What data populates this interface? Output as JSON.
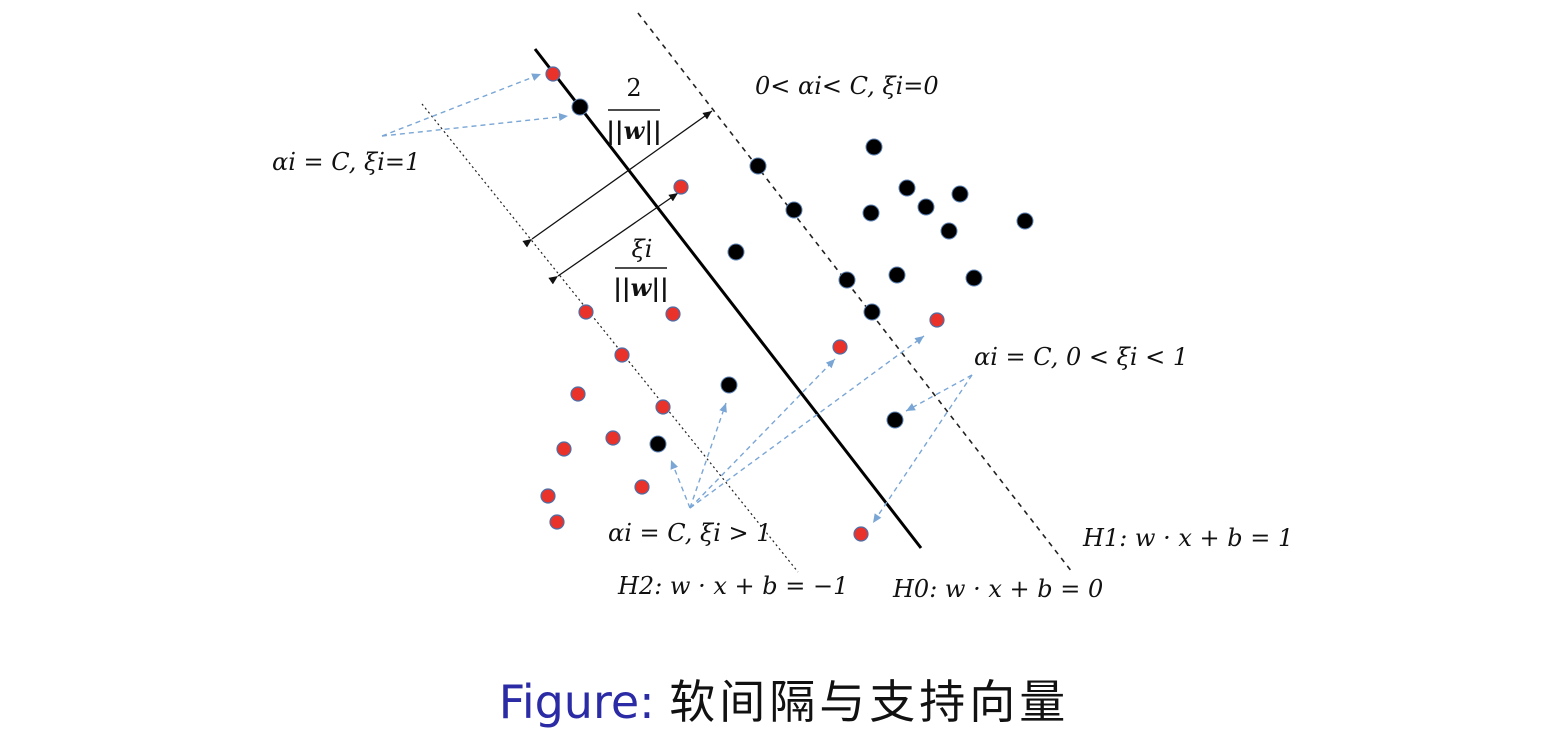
{
  "labels": {
    "margin_fraction_numerator": "2",
    "margin_fraction_denominator": "||w||",
    "slack_fraction_numerator": "ξi",
    "slack_fraction_denominator": "||w||",
    "free_sv": "0< αi< C, ξi=0",
    "bounded_xi_one": "αi = C, ξi=1",
    "bounded_xi_between": "αi = C, 0 < ξi < 1",
    "bounded_xi_greater": "αi = C, ξi > 1",
    "h1": "H1: w · x + b = 1",
    "h2": "H2: w · x + b = −1",
    "h0": "H0: w · x + b = 0"
  },
  "caption": {
    "prefix": "Figure:",
    "text": "软间隔与支持向量"
  },
  "colors": {
    "red_point": "#e8322a",
    "black_point": "#000000",
    "arrow_dashed": "#7aa6d6",
    "caption_prefix": "#2b2ba6"
  }
}
